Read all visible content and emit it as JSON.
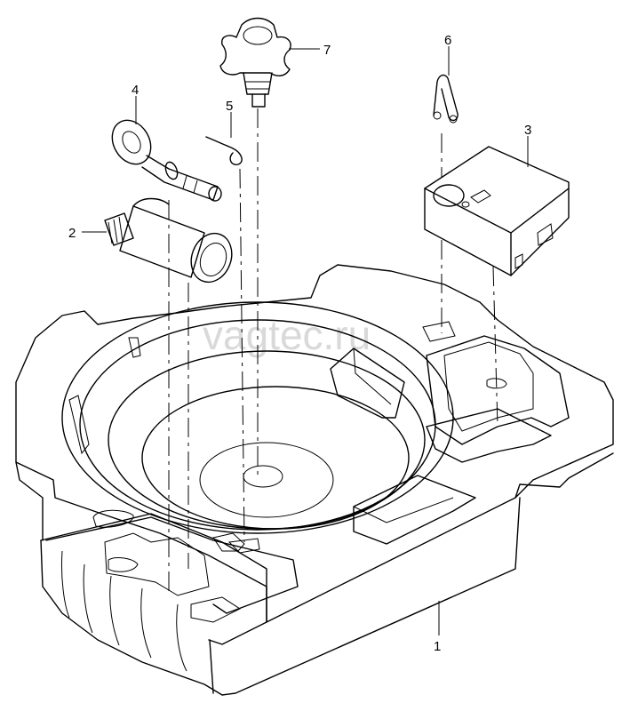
{
  "watermark": "vagtec.ru",
  "callouts": {
    "c1": "1",
    "c2": "2",
    "c3": "3",
    "c4": "4",
    "c5": "5",
    "c6": "6",
    "c7": "7"
  }
}
